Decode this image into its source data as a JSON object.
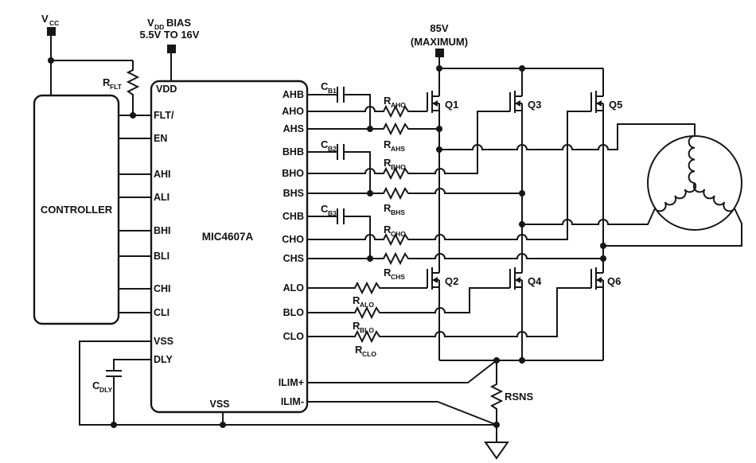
{
  "supplies": {
    "vcc": {
      "prefix": "V",
      "sub": "CC"
    },
    "vdd_bias": {
      "prefix": "V",
      "sub": "DD",
      "suffix": "BIAS",
      "range": "5.5V TO 16V"
    },
    "hv_rail": {
      "voltage": "85V",
      "note": "(MAXIMUM)"
    }
  },
  "controller": {
    "label": "CONTROLLER"
  },
  "ic": {
    "name": "MIC4607A",
    "left_pins": [
      "VDD",
      "FLT/",
      "EN",
      "AHI",
      "ALI",
      "BHI",
      "BLI",
      "CHI",
      "CLI",
      "VSS",
      "DLY"
    ],
    "right_pins": [
      "AHB",
      "AHO",
      "AHS",
      "BHB",
      "BHO",
      "BHS",
      "CHB",
      "CHO",
      "CHS",
      "ALO",
      "BLO",
      "CLO",
      "ILIM+",
      "ILIM-"
    ],
    "bottom_pin": "VSS"
  },
  "resistors": {
    "flt": {
      "prefix": "R",
      "sub": "FLT"
    },
    "aho": {
      "prefix": "R",
      "sub": "AHO"
    },
    "ahs": {
      "prefix": "R",
      "sub": "AHS"
    },
    "bho": {
      "prefix": "R",
      "sub": "BHO"
    },
    "bhs": {
      "prefix": "R",
      "sub": "BHS"
    },
    "cho": {
      "prefix": "R",
      "sub": "CHO"
    },
    "chs": {
      "prefix": "R",
      "sub": "CHS"
    },
    "alo": {
      "prefix": "R",
      "sub": "ALO"
    },
    "blo": {
      "prefix": "R",
      "sub": "BLO"
    },
    "clo": {
      "prefix": "R",
      "sub": "CLO"
    },
    "sns": {
      "label": "RSNS"
    }
  },
  "capacitors": {
    "b1": {
      "prefix": "C",
      "sub": "B1"
    },
    "b2": {
      "prefix": "C",
      "sub": "B2"
    },
    "b3": {
      "prefix": "C",
      "sub": "B3"
    },
    "dly": {
      "prefix": "C",
      "sub": "DLY"
    }
  },
  "transistors": {
    "q1": "Q1",
    "q2": "Q2",
    "q3": "Q3",
    "q4": "Q4",
    "q5": "Q5",
    "q6": "Q6"
  }
}
